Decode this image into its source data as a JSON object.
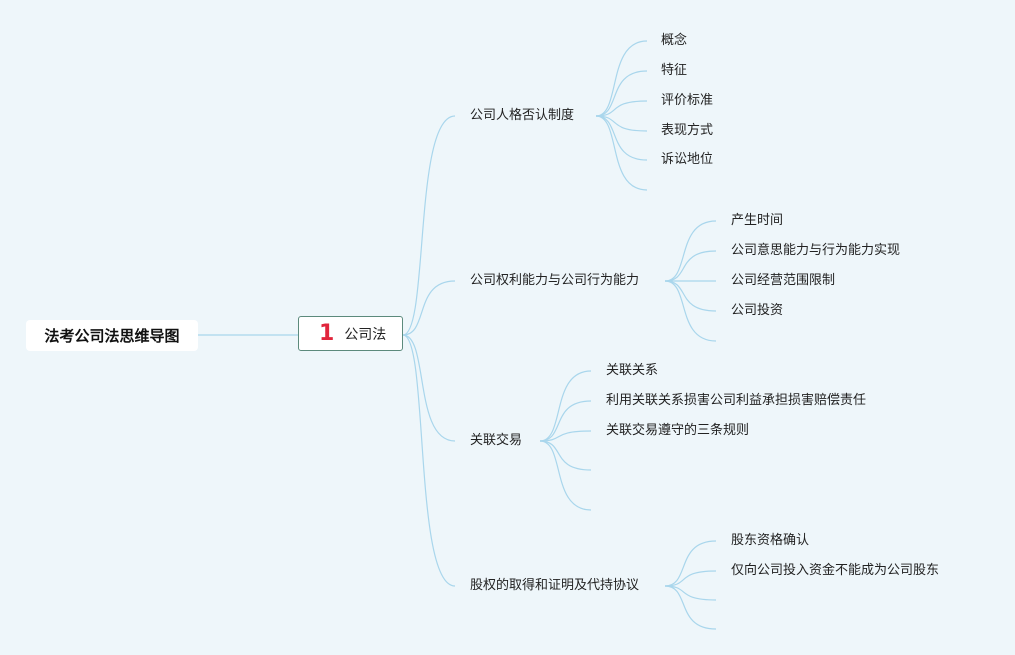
{
  "root": {
    "label": "法考公司法思维导图"
  },
  "main": {
    "number": "1",
    "label": "公司法"
  },
  "branches": [
    {
      "label": "公司人格否认制度",
      "children": [
        "概念",
        "特征",
        "评价标准",
        "表现方式",
        "诉讼地位",
        ""
      ]
    },
    {
      "label": "公司权利能力与公司行为能力",
      "children": [
        "产生时间",
        "公司意思能力与行为能力实现",
        "公司经营范围限制",
        "公司投资",
        ""
      ]
    },
    {
      "label": "关联交易",
      "children": [
        "关联关系",
        "利用关联关系损害公司利益承担损害赔偿责任",
        "关联交易遵守的三条规则",
        "",
        ""
      ]
    },
    {
      "label": "股权的取得和证明及代持协议",
      "children": [
        "股东资格确认",
        "仅向公司投入资金不能成为公司股东",
        "",
        ""
      ]
    }
  ],
  "colors": {
    "connector": "#a9d6ec",
    "background": "#eef6fa",
    "badge": "#e1253c",
    "main_border": "#5c8a7c"
  }
}
